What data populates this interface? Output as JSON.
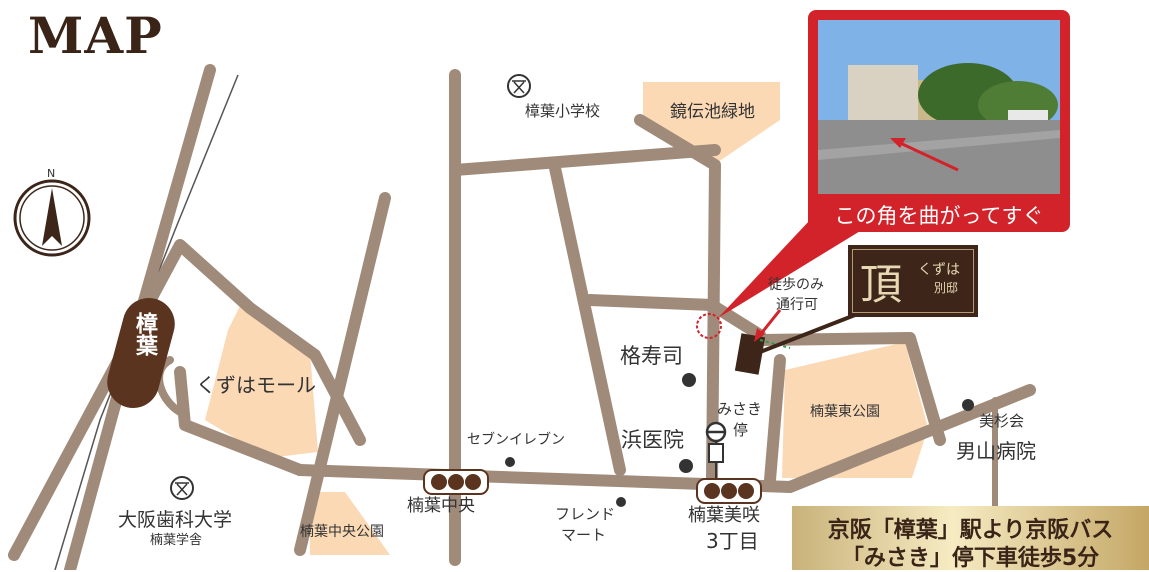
{
  "title": "MAP",
  "compass": {
    "label": "N",
    "icon": "north-compass-icon"
  },
  "station": {
    "label": "樟葉",
    "color": "#5b3420"
  },
  "colors": {
    "road": "#a08b7a",
    "park": "#fbd9b5",
    "accent": "#d2232a",
    "brand": "#3d2619"
  },
  "labels": {
    "school": "樟葉小学校",
    "green": "鏡伝池緑地",
    "mall": "くずはモール",
    "university_main": "大阪歯科大学",
    "university_sub": "楠葉学舎",
    "seven": "セブンイレブン",
    "family_1": "フレンド",
    "family_2": "マート",
    "chuo": "楠葉中央",
    "chuo_park": "楠葉中央公園",
    "sushi": "格寿司",
    "hama": "浜医院",
    "misaki_1": "みさき",
    "misaki_2": "停",
    "mikusa_1": "楠葉美咲",
    "mikusa_2": "3丁目",
    "east_park": "楠葉東公園",
    "misugi": "美杉会",
    "hospital": "男山病院",
    "walk_1": "徒歩のみ",
    "walk_2": "通行可"
  },
  "photo_caption": "この角を曲がってすぐ",
  "brand": {
    "kanji": "頂",
    "sub": "くずは",
    "sub2": "別邸"
  },
  "access": {
    "line1": "京阪「樟葉」駅より京阪バス",
    "line2": "「みさき」停下車徒歩5分"
  }
}
